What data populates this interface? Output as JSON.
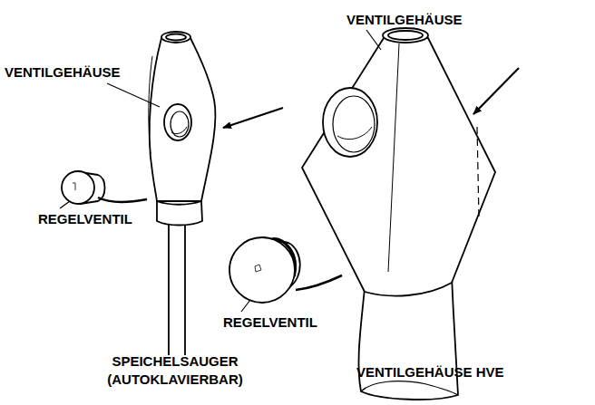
{
  "diagram": {
    "labels": [
      "VENTILGEHÄUSE",
      "VENTILGEHÄUSE",
      "REGELVENTIL",
      "REGELVENTIL",
      "SPEICHELSAUGER (AUTOKLAVIERBAR)",
      "VENTILGEHÄUSE HVE"
    ]
  }
}
